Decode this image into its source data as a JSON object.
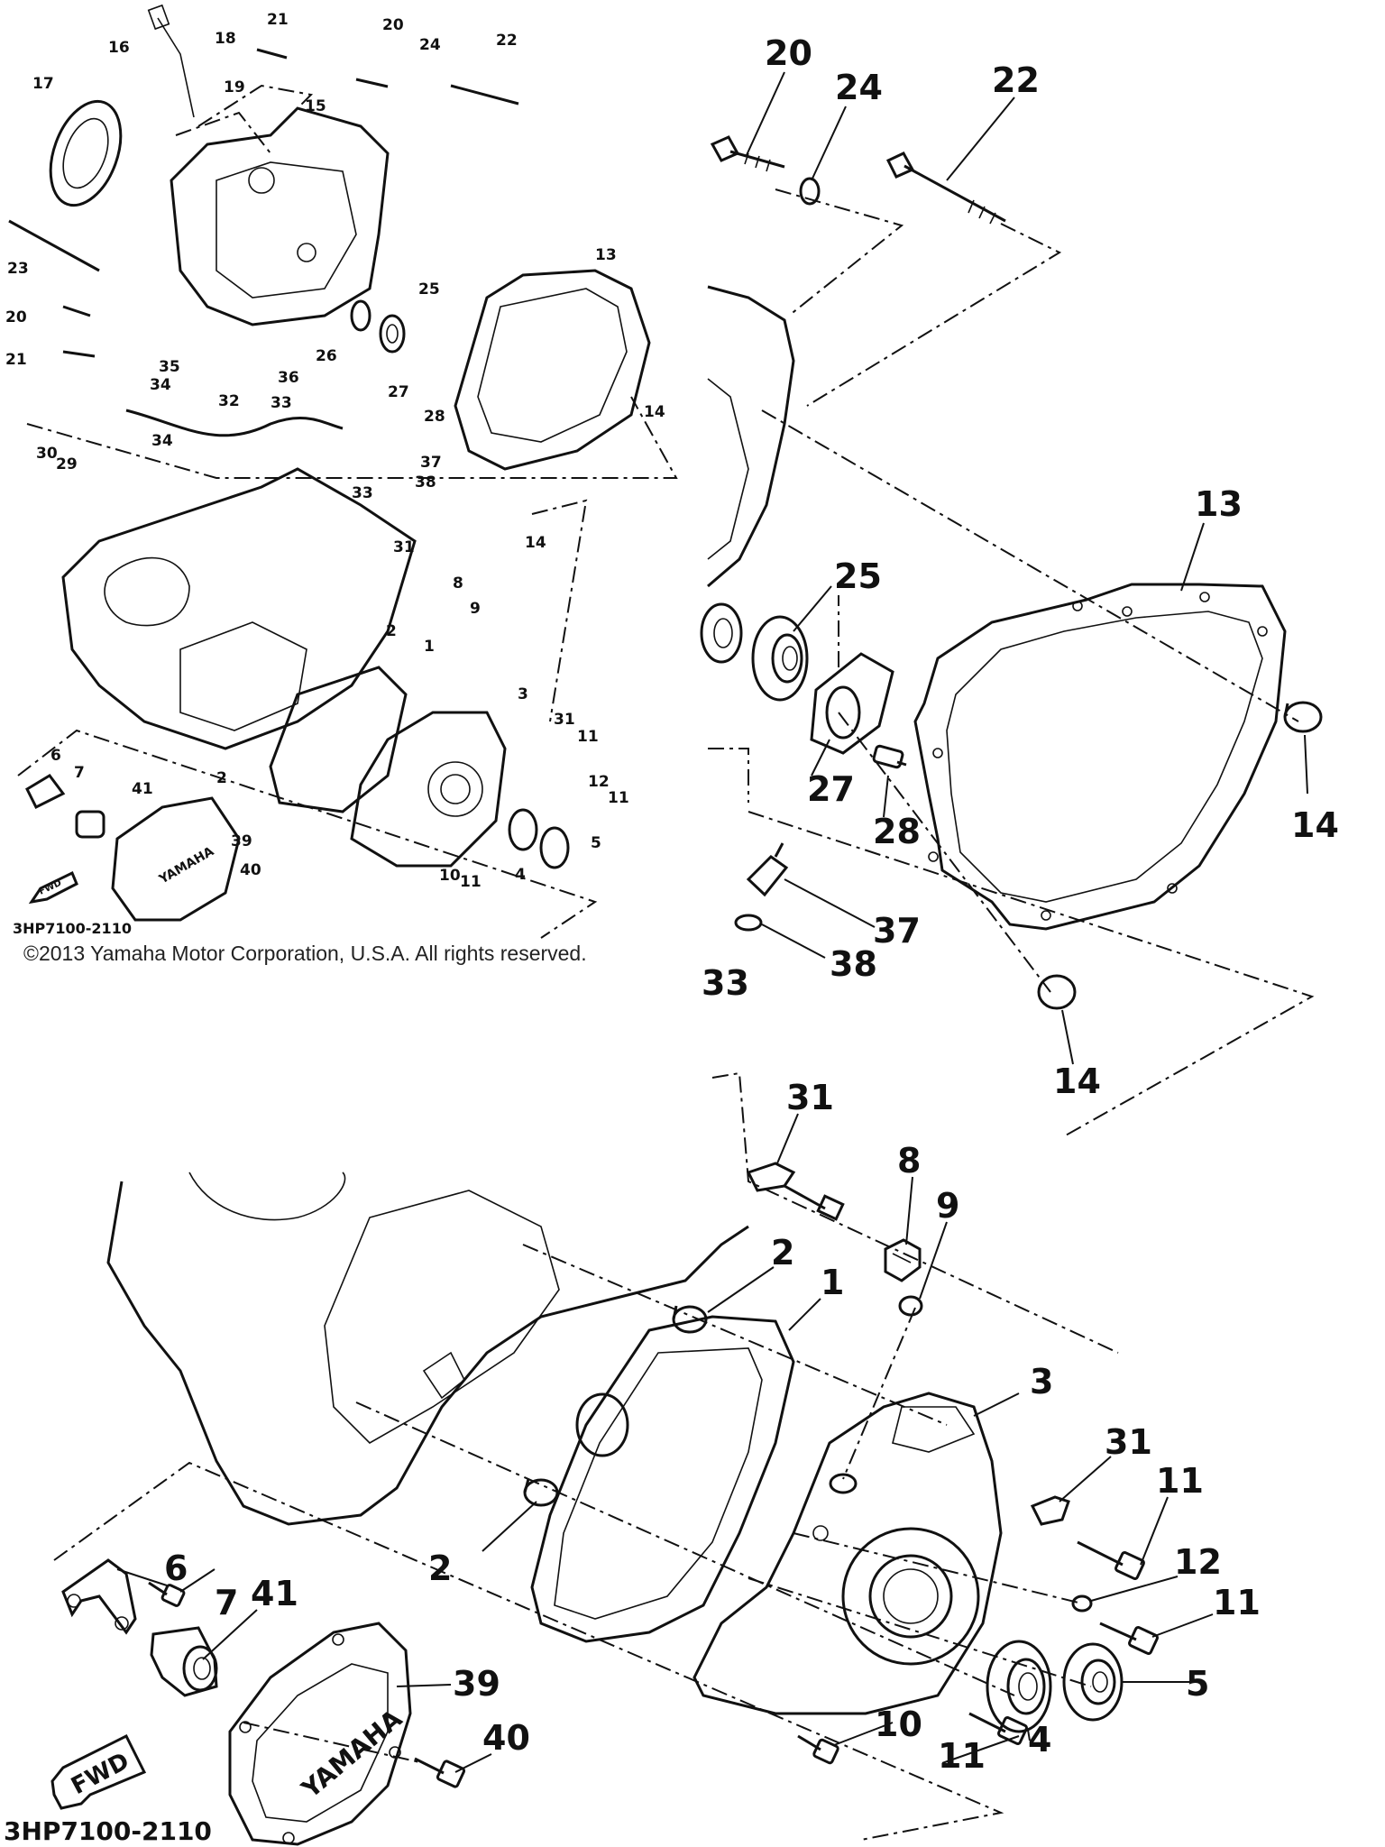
{
  "diagram_code_overview": "3HP7100-2110",
  "diagram_code_detail": "3HP7100-2110",
  "copyright": "©2013 Yamaha Motor Corporation, U.S.A. All rights reserved.",
  "fwd_label": "FWD",
  "brand_mark": "YAMAHA",
  "overview_labels": [
    "1",
    "2",
    "2",
    "3",
    "4",
    "5",
    "6",
    "7",
    "8",
    "9",
    "10",
    "11",
    "11",
    "11",
    "12",
    "13",
    "14",
    "14",
    "15",
    "16",
    "17",
    "18",
    "19",
    "20",
    "20",
    "21",
    "21",
    "22",
    "23",
    "24",
    "25",
    "26",
    "27",
    "28",
    "29",
    "30",
    "31",
    "31",
    "32",
    "33",
    "33",
    "34",
    "34",
    "35",
    "36",
    "37",
    "38",
    "39",
    "40",
    "41"
  ],
  "top_right_labels": [
    "20",
    "24",
    "22",
    "13",
    "25",
    "27",
    "28",
    "14",
    "37",
    "38",
    "33",
    "14"
  ],
  "bottom_labels": [
    "31",
    "8",
    "9",
    "2",
    "1",
    "3",
    "31",
    "11",
    "12",
    "11",
    "5",
    "2",
    "6",
    "7",
    "41",
    "39",
    "40",
    "10",
    "11",
    "4"
  ]
}
